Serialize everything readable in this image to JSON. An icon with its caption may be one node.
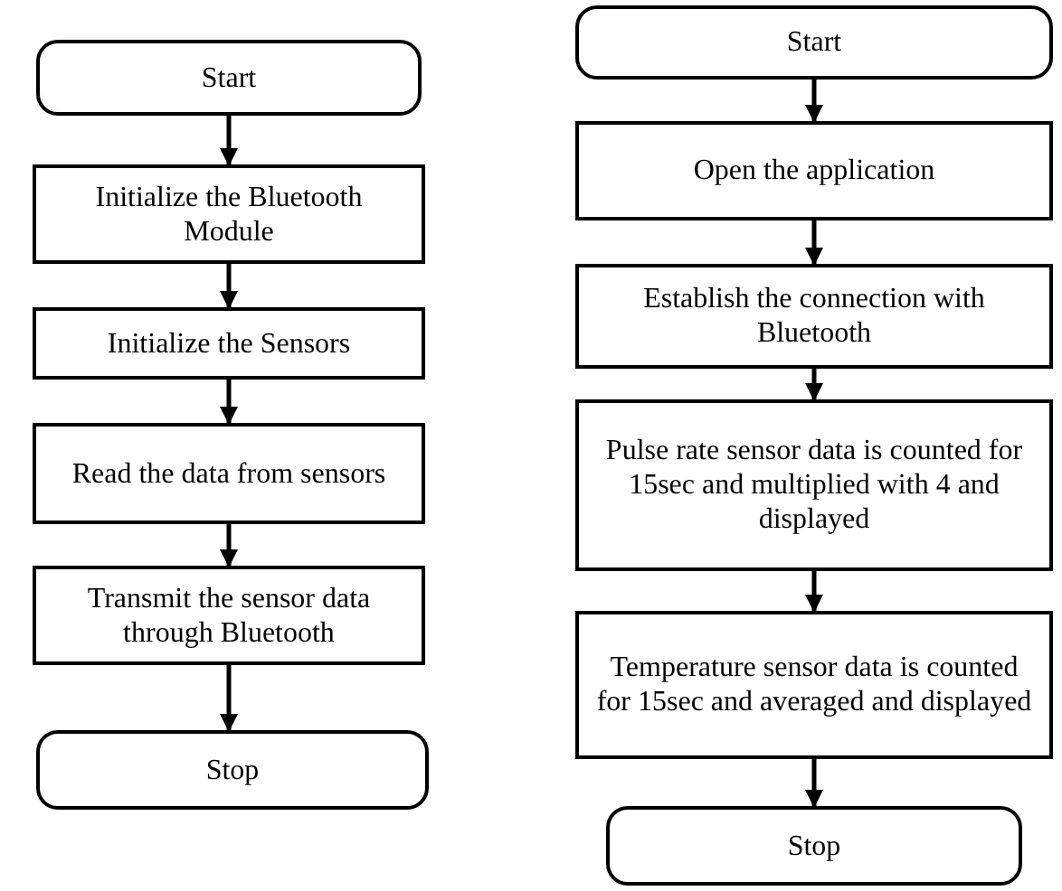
{
  "diagram": {
    "nodes": [
      {
        "text": [
          "Start"
        ]
      },
      {
        "text": [
          "Initialize the Bluetooth Module"
        ]
      },
      {
        "text": [
          "Initialize the Sensors"
        ]
      },
      {
        "text": [
          "Read the data from sensors"
        ]
      },
      {
        "text": [
          "Transmit the sensor data through Bluetooth"
        ]
      },
      {
        "text": [
          "Stop"
        ]
      },
      {
        "text": [
          "Start"
        ]
      },
      {
        "text": [
          "Open the application"
        ]
      },
      {
        "text": [
          "Establish the connection with Bluetooth"
        ]
      },
      {
        "text": [
          "Pulse rate sensor data is counted for 15sec and multiplied with 4 and displayed"
        ]
      },
      {
        "text": [
          "Temperature sensor data is counted for 15sec and averaged and displayed"
        ]
      },
      {
        "text": [
          "Stop"
        ]
      }
    ],
    "edges": [
      {
        "from": 0,
        "to": 1,
        "arrow": "to"
      },
      {
        "from": 1,
        "to": 2,
        "arrow": "to"
      },
      {
        "from": 2,
        "to": 3,
        "arrow": "to"
      },
      {
        "from": 3,
        "to": 4,
        "arrow": "to"
      },
      {
        "from": 4,
        "to": 5,
        "arrow": "to"
      },
      {
        "from": 6,
        "to": 7,
        "arrow": "to"
      },
      {
        "from": 7,
        "to": 8,
        "arrow": "to"
      },
      {
        "from": 8,
        "to": 9,
        "arrow": "to"
      },
      {
        "from": 9,
        "to": 10,
        "arrow": "to"
      },
      {
        "from": 10,
        "to": 11,
        "arrow": "to"
      }
    ]
  }
}
